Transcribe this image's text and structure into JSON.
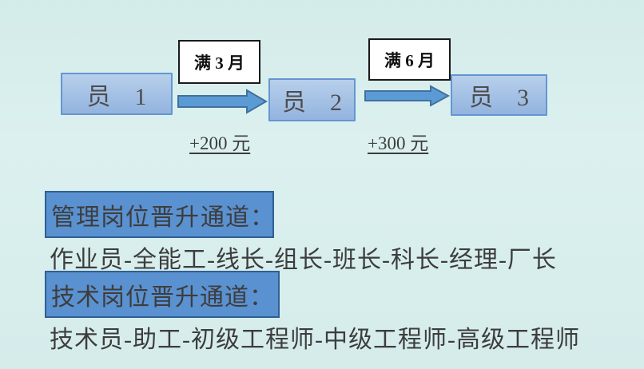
{
  "colors": {
    "background_top": "#d3ebe9",
    "background_mid": "#dcf1ef",
    "background_bottom": "#d5eceb",
    "stage_fill_top": "#b7cfeb",
    "stage_fill_bottom": "#93b4df",
    "stage_border": "#6496d2",
    "stage_text": "#4d4d4d",
    "arrow_fill": "#5b9bd5",
    "arrow_border": "#41719c",
    "condition_fill": "#ffffff",
    "condition_border": "#1a1a1a",
    "condition_text": "#111111",
    "highlight_fill": "#5a91d0",
    "highlight_border": "#2e5f94",
    "body_text": "#3d3d3d",
    "cursor": "#c05a11"
  },
  "flow": {
    "stages": [
      {
        "label": "员　1"
      },
      {
        "label": "员　2"
      },
      {
        "label": "员　3"
      }
    ],
    "transitions": [
      {
        "condition": "满 3 月",
        "raise": "+200 元"
      },
      {
        "condition": "满 6 月",
        "raise": "+300 元"
      }
    ]
  },
  "channels": {
    "management": {
      "title_pre": "管理岗位晋升",
      "title_post": "通道：",
      "path": "作业员-全能工-线长-组长-班长-科长-经理-厂长"
    },
    "technical": {
      "title": "技术岗位晋升通道：",
      "path": "技术员-助工-初级工程师-中级工程师-高级工程师"
    }
  }
}
